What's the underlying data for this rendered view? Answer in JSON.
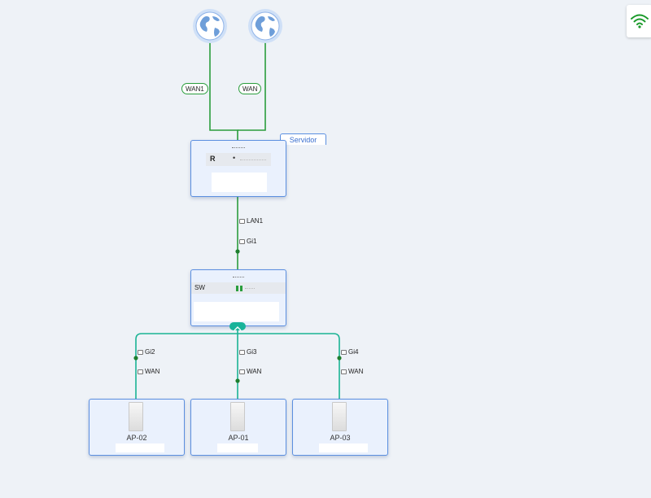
{
  "colors": {
    "link_green": "#2a9d3c",
    "switch_link": "#1ab394",
    "node_border": "#5b8fe0",
    "node_fill": "#eaf1fd"
  },
  "internet": [
    {
      "icon": "globe-icon",
      "link_label": "WAN1"
    },
    {
      "icon": "globe-icon",
      "link_label": "WAN"
    }
  ],
  "router": {
    "tab_label": "Servidor",
    "name": "R",
    "dot": "•",
    "ports": [
      {
        "label": "LAN1"
      },
      {
        "label": "Gi1"
      }
    ]
  },
  "switch": {
    "name": "SW",
    "collapse_icon": "chevron-up-icon"
  },
  "access_points": [
    {
      "name": "AP-02",
      "uplink_port": "Gi2",
      "ap_port": "WAN"
    },
    {
      "name": "AP-01",
      "uplink_port": "Gi3",
      "ap_port": "WAN"
    },
    {
      "name": "AP-03",
      "uplink_port": "Gi4",
      "ap_port": "WAN"
    }
  ],
  "status": {
    "icon": "wifi-icon",
    "color": "#1a9a2a"
  }
}
